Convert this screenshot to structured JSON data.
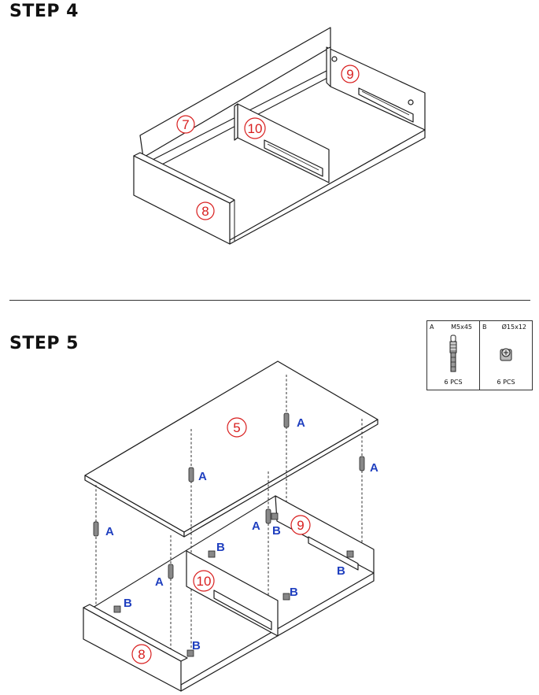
{
  "step4": {
    "title": "STEP 4",
    "parts": [
      "7",
      "9",
      "10",
      "8"
    ]
  },
  "step5": {
    "title": "STEP 5",
    "parts": [
      "5",
      "9",
      "10",
      "8"
    ],
    "labels": {
      "a": "A",
      "b": "B"
    }
  },
  "hardware": {
    "a": {
      "letter": "A",
      "size": "M5x45",
      "qty": "6 PCS"
    },
    "b": {
      "letter": "B",
      "size": "Ø15x12",
      "qty": "6 PCS"
    }
  },
  "colors": {
    "part_number": "#d81e1e",
    "hardware_label": "#1f3fbf"
  }
}
